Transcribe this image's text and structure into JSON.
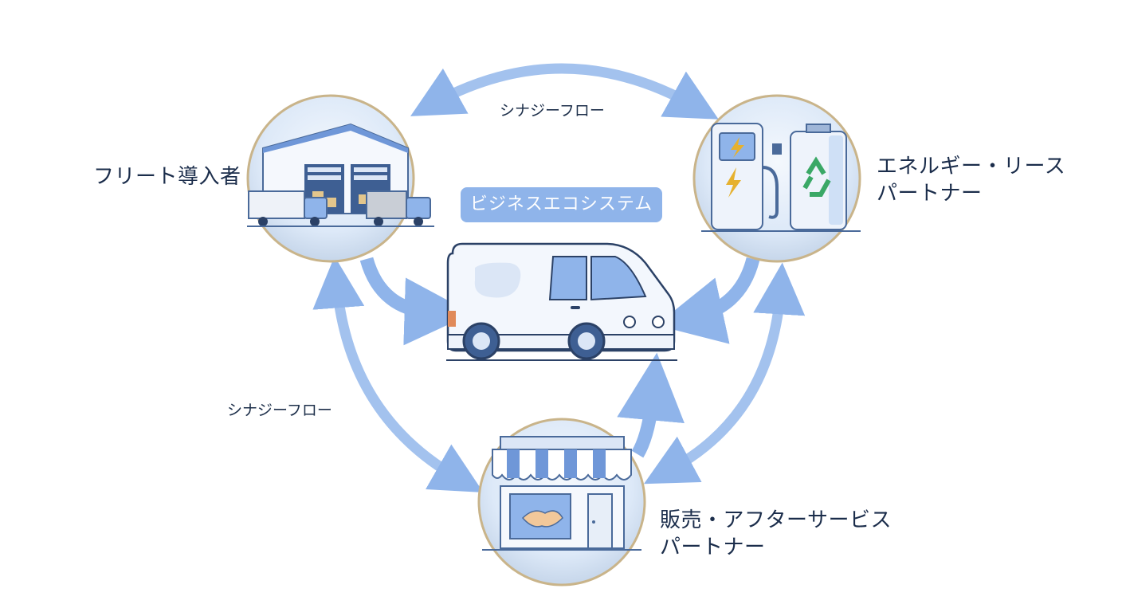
{
  "diagram": {
    "center_label": "ビジネスエコシステム",
    "flows": {
      "top": "シナジーフロー",
      "left": "シナジーフロー"
    },
    "nodes": {
      "fleet": {
        "label": "フリート導入者",
        "icon": "warehouse-with-trucks-icon"
      },
      "energy": {
        "line1": "エネルギー・リース",
        "line2": "パートナー",
        "icon": "charging-station-battery-icon"
      },
      "sales": {
        "line1": "販売・アフターサービス",
        "line2": "パートナー",
        "icon": "storefront-handshake-icon"
      }
    },
    "center_icon": "electric-van-icon",
    "colors": {
      "arrow": "#8fb4ea",
      "ring": "#c9b48a",
      "badge": "#8fb4ea",
      "text": "#1b2d4b"
    }
  }
}
